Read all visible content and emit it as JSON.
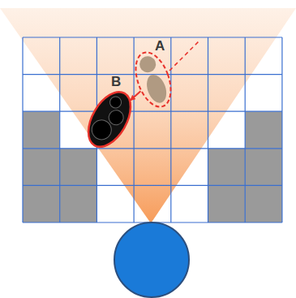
{
  "diagram": {
    "nodes": [
      {
        "text": [
          "A"
        ]
      },
      {
        "text": [
          "B"
        ]
      }
    ],
    "edges": [
      {
        "from": 0,
        "to": 1,
        "arrow": "to"
      }
    ]
  }
}
